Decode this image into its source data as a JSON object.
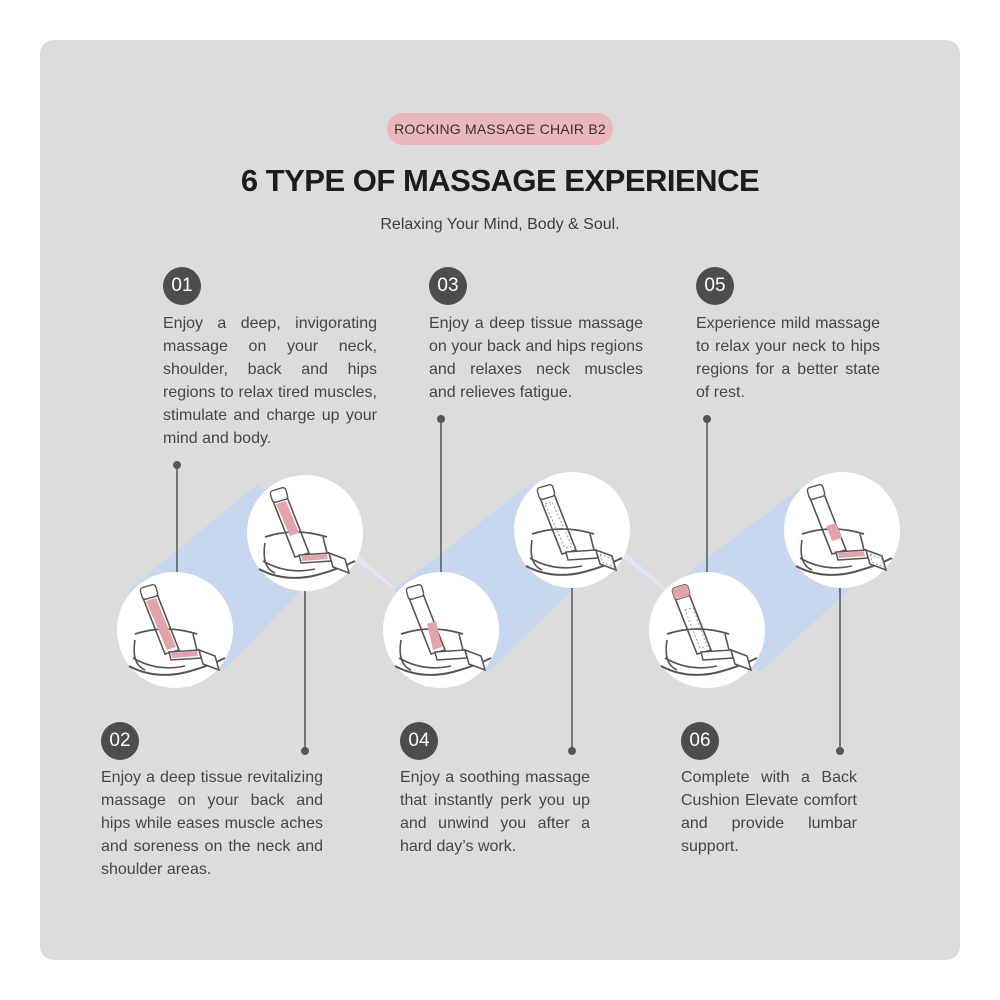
{
  "header": {
    "badge": "ROCKING MASSAGE CHAIR B2",
    "title": "6 TYPE OF MASSAGE EXPERIENCE",
    "subtitle": "Relaxing Your Mind, Body & Soul."
  },
  "colors": {
    "card_bg": "#dcdcdc",
    "badge_bg": "#eab7bd",
    "number_bg": "#4d4d4d",
    "band_blue": "#c6d7ef",
    "band_light": "#dde8f7",
    "pink_highlight": "#e3a3aa"
  },
  "modes": [
    {
      "number": "01",
      "text": "Enjoy a deep, invigorating massage on your neck, shoulder, back and hips regions to relax tired muscles, stimulate and charge up your mind and body."
    },
    {
      "number": "02",
      "text": "Enjoy a deep tissue revitalizing massage on your back and hips while eases muscle aches and soreness on the neck and shoulder areas."
    },
    {
      "number": "03",
      "text": "Enjoy a deep tissue massage on your back and hips regions and relaxes neck muscles and relieves fatigue."
    },
    {
      "number": "04",
      "text": "Enjoy a soothing massage that instantly perk you up and unwind you after a hard day’s work."
    },
    {
      "number": "05",
      "text": "Experience mild massage to relax your neck to hips regions for a better state of rest."
    },
    {
      "number": "06",
      "text": "Complete with a Back Cushion Elevate comfort and provide lumbar support."
    }
  ]
}
